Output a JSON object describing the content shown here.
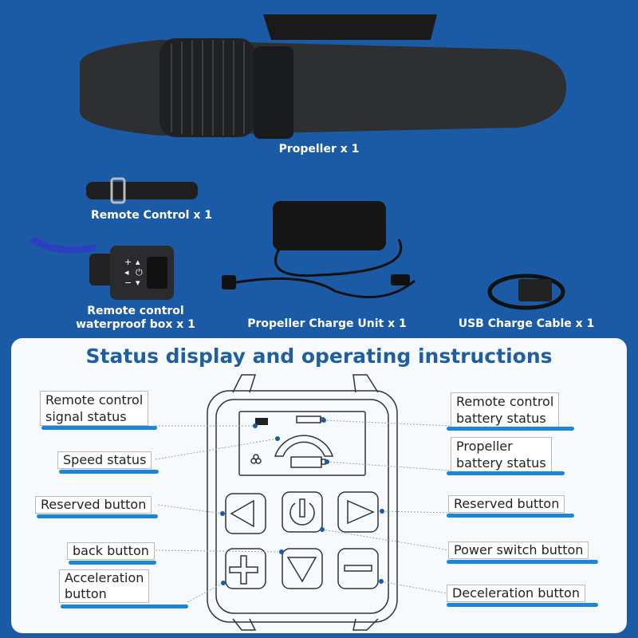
{
  "products": {
    "propeller": "Propeller x 1",
    "remote": "Remote Control x 1",
    "box_line1": "Remote control",
    "box_line2": "waterproof box x 1",
    "charger": "Propeller Charge Unit x 1",
    "usb": "USB Charge Cable x 1"
  },
  "title": "Status display and operating instructions",
  "labels": {
    "signal_1": "Remote control",
    "signal_2": "signal status",
    "speed": "Speed status",
    "reserved_left": "Reserved button",
    "back": "back button",
    "accel_1": "Acceleration",
    "accel_2": "button",
    "rbat_1": "Remote control",
    "rbat_2": "battery status",
    "pbat_1": "Propeller",
    "pbat_2": "battery status",
    "reserved_right": "Reserved button",
    "power": "Power switch button",
    "decel": "Deceleration button"
  },
  "colors": {
    "background": "#1b5aa4",
    "accent": "#1b86d6",
    "title": "#1f5f9f"
  }
}
